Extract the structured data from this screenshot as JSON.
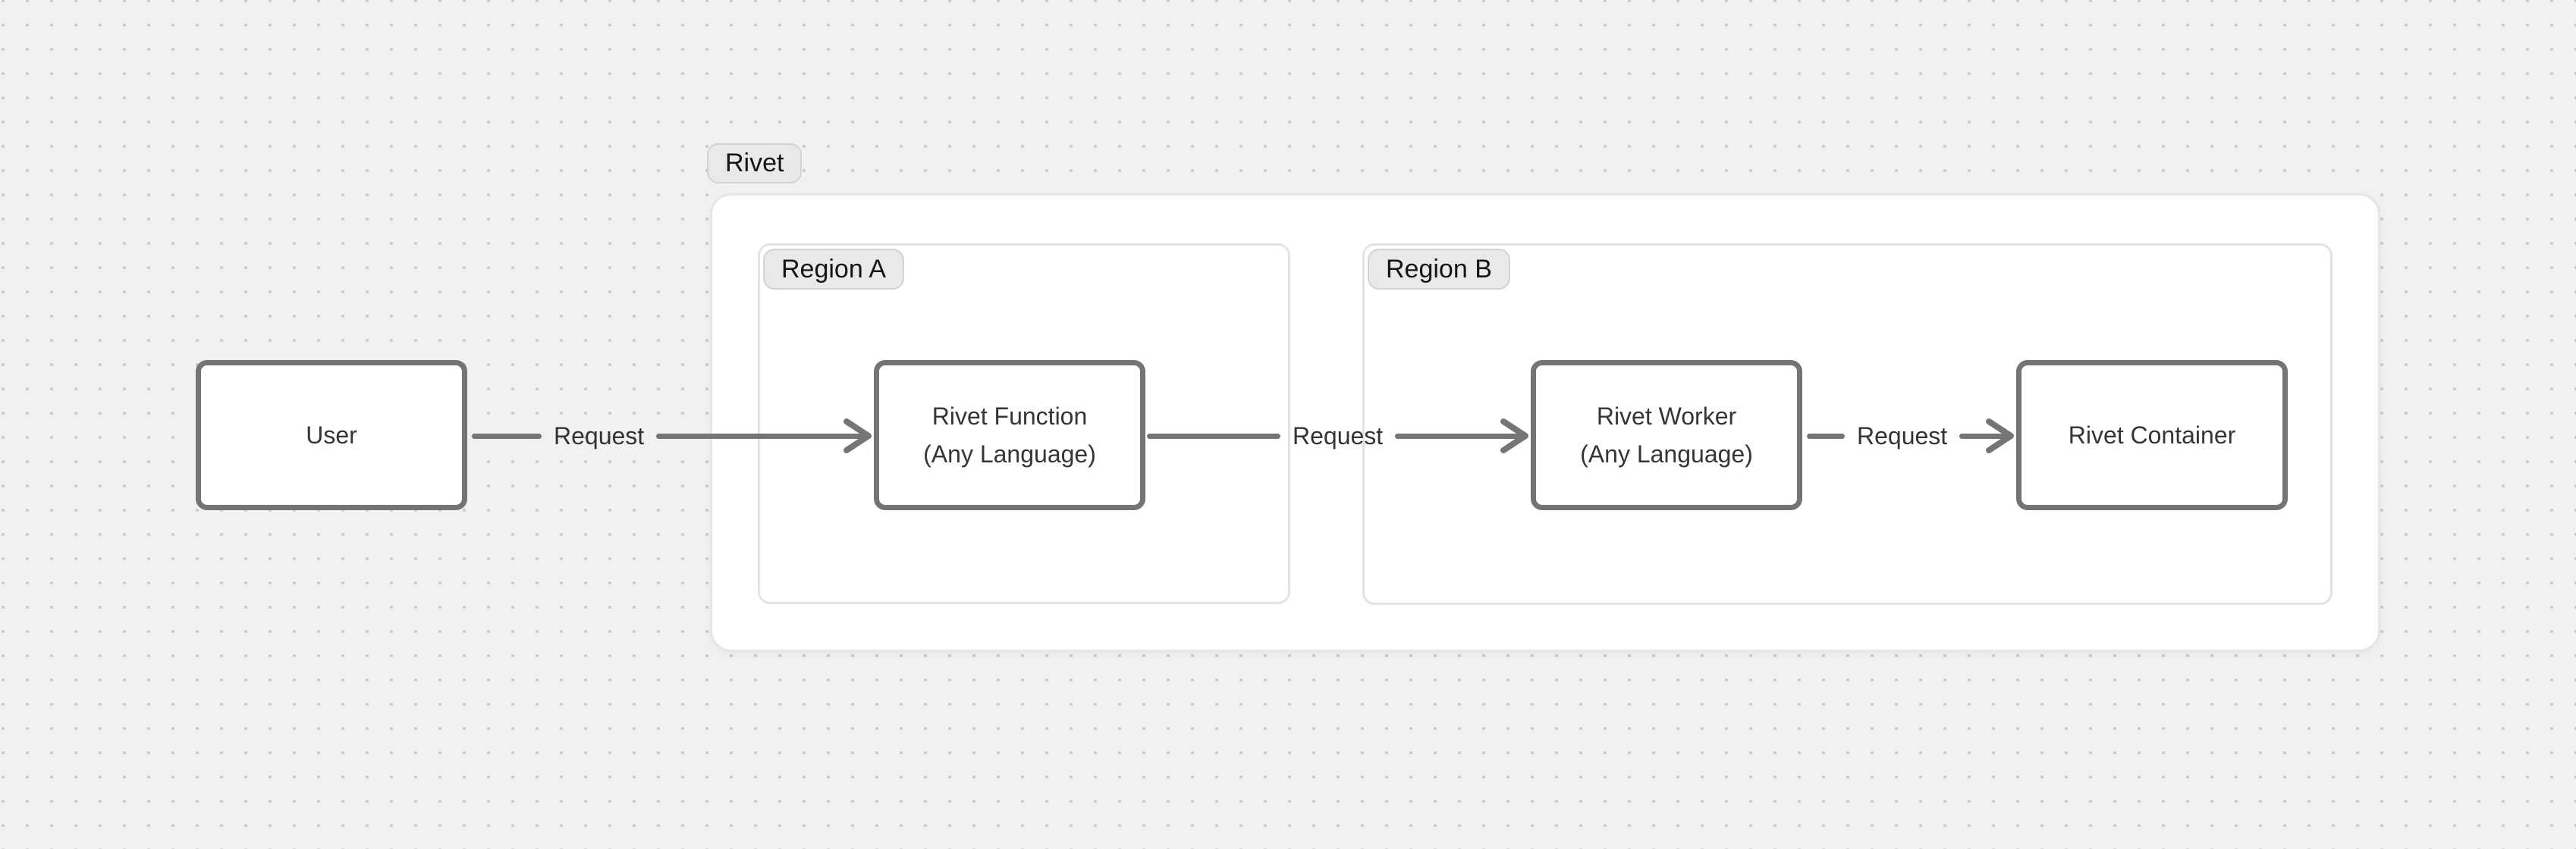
{
  "diagram": {
    "container_label": "Rivet",
    "regions": [
      {
        "label": "Region A"
      },
      {
        "label": "Region B"
      }
    ],
    "nodes": {
      "user": {
        "label": "User"
      },
      "function": {
        "label_line1": "Rivet Function",
        "label_line2": "(Any Language)"
      },
      "worker": {
        "label_line1": "Rivet Worker",
        "label_line2": "(Any Language)"
      },
      "container": {
        "label": "Rivet Container"
      }
    },
    "edges": [
      {
        "from": "User",
        "to": "Rivet Function",
        "label": "Request"
      },
      {
        "from": "Rivet Function",
        "to": "Rivet Worker",
        "label": "Request"
      },
      {
        "from": "Rivet Worker",
        "to": "Rivet Container",
        "label": "Request"
      }
    ],
    "colors": {
      "background": "#f1f1f0",
      "dot": "#c5c5c3",
      "surface": "#ffffff",
      "node_border": "#747474",
      "arrow": "#757575",
      "node_text": "#353535",
      "pill_bg": "#e9e9e7",
      "pill_border": "#d3d3d1",
      "region_border": "#e3e3e1",
      "outer_border": "#e6e6e4"
    }
  }
}
